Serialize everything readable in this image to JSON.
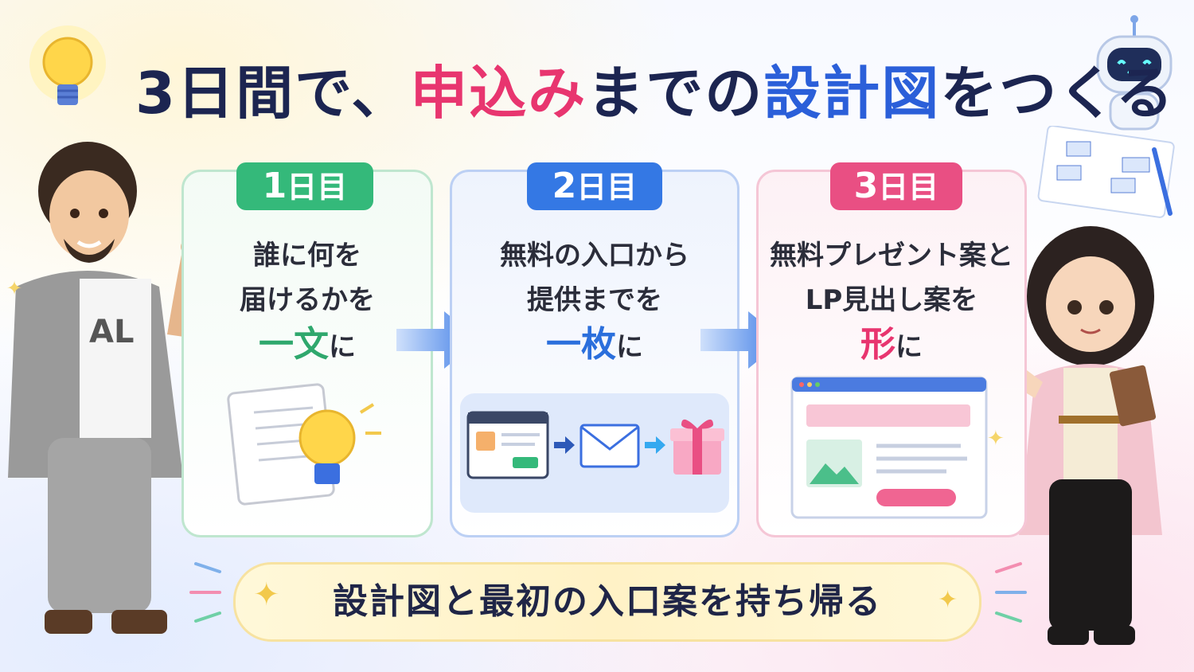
{
  "title": {
    "part1": "3日間で、",
    "part2": "申込み",
    "part3": "までの",
    "part4": "設計図",
    "part5": "をつくる"
  },
  "steps": [
    {
      "badge_num": "1",
      "badge_unit": "日目",
      "line1": "誰に何を",
      "line2": "届けるかを",
      "highlight": "一文",
      "suffix": "に"
    },
    {
      "badge_num": "2",
      "badge_unit": "日目",
      "line1": "無料の入口から",
      "line2": "提供までを",
      "highlight": "一枚",
      "suffix": "に"
    },
    {
      "badge_num": "3",
      "badge_unit": "日目",
      "line1": "無料プレゼント案と",
      "line2": "LP見出し案を",
      "highlight": "形",
      "suffix": "に"
    }
  ],
  "bottom_text": "設計図と最初の入口案を持ち帰る",
  "colors": {
    "navy": "#1c2551",
    "pink": "#e8356f",
    "blue": "#2b5fd9",
    "green": "#34b97a"
  },
  "icons": [
    "lightbulb-icon",
    "robot-icon",
    "notebook-icon",
    "browser-icon",
    "mail-icon",
    "gift-icon",
    "landing-page-icon",
    "sparkle-icon",
    "arrow-right-icon"
  ]
}
